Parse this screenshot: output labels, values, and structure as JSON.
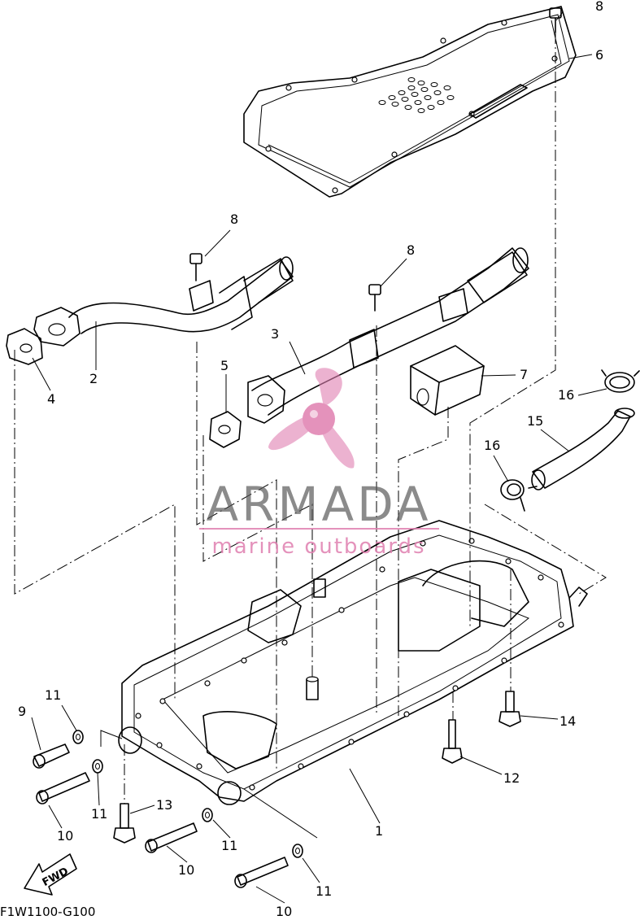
{
  "diagram_code": "F1W1100-G100",
  "fwd_label": "FWD",
  "watermark": {
    "brand": "ARMADA",
    "tagline": "marine outboards",
    "color": "#e07fb0"
  },
  "callouts": [
    {
      "id": "c1",
      "text": "1"
    },
    {
      "id": "c2",
      "text": "2"
    },
    {
      "id": "c3",
      "text": "3"
    },
    {
      "id": "c4",
      "text": "4"
    },
    {
      "id": "c5",
      "text": "5"
    },
    {
      "id": "c6",
      "text": "6"
    },
    {
      "id": "c7",
      "text": "7"
    },
    {
      "id": "c8a",
      "text": "8"
    },
    {
      "id": "c8b",
      "text": "8"
    },
    {
      "id": "c8c",
      "text": "8"
    },
    {
      "id": "c9",
      "text": "9"
    },
    {
      "id": "c10a",
      "text": "10"
    },
    {
      "id": "c10b",
      "text": "10"
    },
    {
      "id": "c10c",
      "text": "10"
    },
    {
      "id": "c11a",
      "text": "11"
    },
    {
      "id": "c11b",
      "text": "11"
    },
    {
      "id": "c11c",
      "text": "11"
    },
    {
      "id": "c11d",
      "text": "11"
    },
    {
      "id": "c12",
      "text": "12"
    },
    {
      "id": "c13",
      "text": "13"
    },
    {
      "id": "c14",
      "text": "14"
    },
    {
      "id": "c15",
      "text": "15"
    },
    {
      "id": "c16a",
      "text": "16"
    },
    {
      "id": "c16b",
      "text": "16"
    }
  ]
}
